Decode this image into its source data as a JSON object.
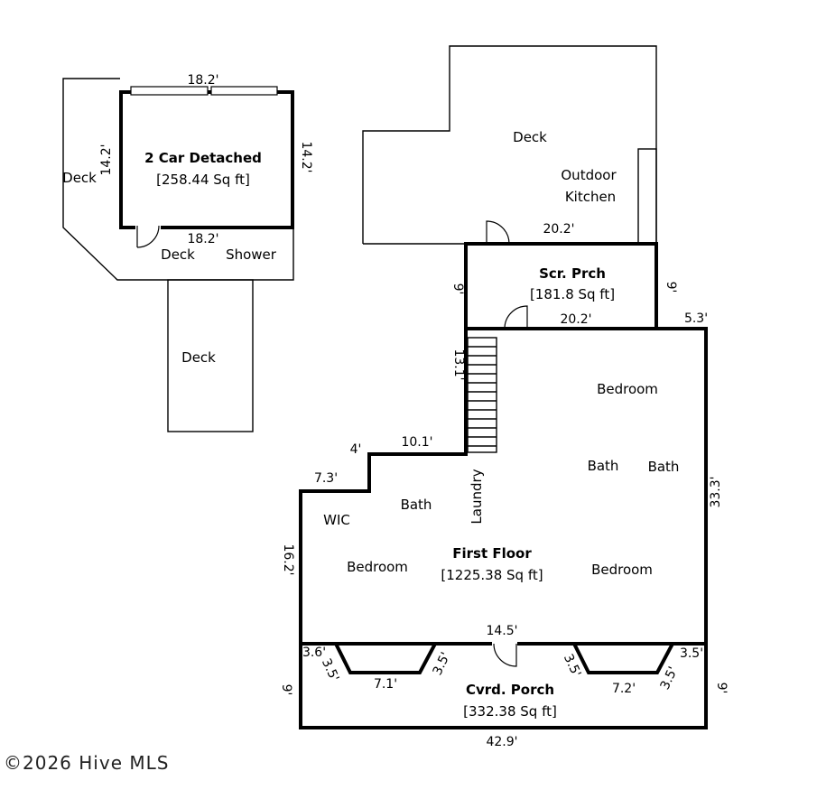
{
  "garage": {
    "title": "2 Car Detached",
    "area": "[258.44 Sq ft]",
    "dim_top": "18.2'",
    "dim_left": "14.2'",
    "dim_right": "14.2'",
    "dim_bottom": "18.2'"
  },
  "garage_deck_side": {
    "label": "Deck"
  },
  "garage_deck_front": {
    "label": "Deck"
  },
  "shower": {
    "label": "Shower"
  },
  "garage_deck_lower": {
    "label": "Deck"
  },
  "rear_deck": {
    "label": "Deck",
    "kitchen_line1": "Outdoor",
    "kitchen_line2": "Kitchen",
    "dim_bottom": "20.2'"
  },
  "screened_porch": {
    "title": "Scr. Prch",
    "area": "[181.8 Sq ft]",
    "dim_left": "9'",
    "dim_right": "9'",
    "dim_bottom": "20.2'"
  },
  "first_floor": {
    "title": "First Floor",
    "area": "[1225.38 Sq ft]",
    "rooms": {
      "bedroom_ne": "Bedroom",
      "bath_1": "Bath",
      "bath_2": "Bath",
      "bath_3": "Bath",
      "wic": "WIC",
      "laundry": "Laundry",
      "bedroom_w": "Bedroom",
      "bedroom_se": "Bedroom"
    },
    "dims": {
      "top_right": "5.3'",
      "stair": "13.1'",
      "step_top": "10.1'",
      "step_side": "4'",
      "step_left": "7.3'",
      "left": "16.2'",
      "right": "33.3'"
    }
  },
  "covered_porch": {
    "title": "Cvrd. Porch",
    "area": "[332.38 Sq ft]",
    "dims": {
      "top_center": "14.5'",
      "left_corner": "3.6'",
      "left_diag": "3.5'",
      "left_bottom": "7.1'",
      "mid_left_diag": "3.5'",
      "mid_right_diag": "3.5'",
      "right_bottom": "7.2'",
      "right_diag": "3.5'",
      "right_corner": "3.5'",
      "left_side": "9'",
      "right_side": "9'",
      "bottom": "42.9'"
    }
  },
  "copyright": "©2026 Hive MLS"
}
